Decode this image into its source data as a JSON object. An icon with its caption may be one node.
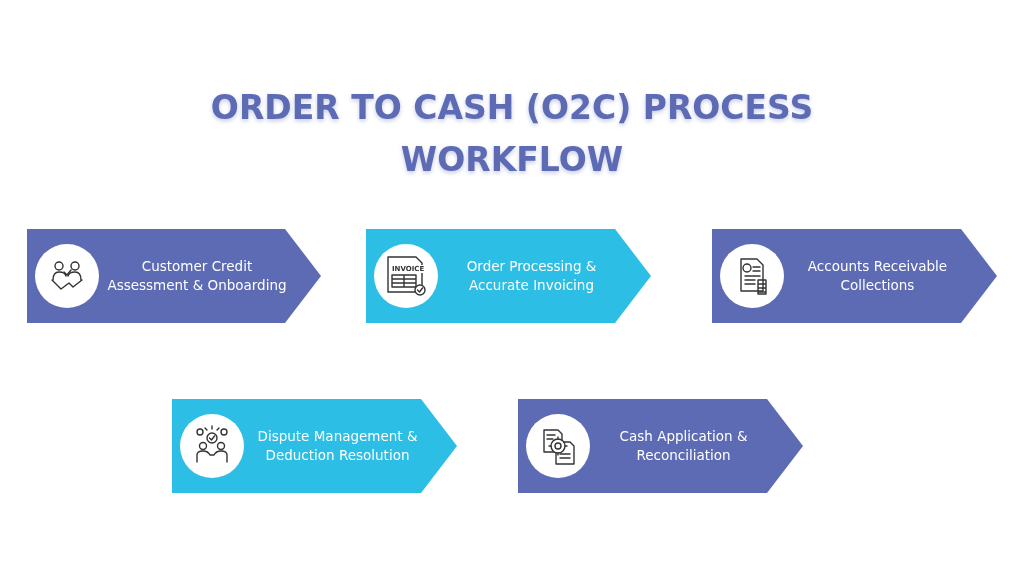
{
  "diagram": {
    "title": "ORDER TO CASH (O2C) PROCESS WORKFLOW",
    "nodes": [
      {
        "text": [
          "Customer Credit Assessment & Onboarding"
        ]
      },
      {
        "text": [
          "Order Processing & Accurate Invoicing"
        ]
      },
      {
        "text": [
          "Accounts Receivable Collections"
        ]
      },
      {
        "text": [
          "Dispute Management & Deduction Resolution"
        ]
      },
      {
        "text": [
          "Cash Application & Reconciliation"
        ]
      }
    ],
    "labels": [
      "INVOICE"
    ]
  }
}
